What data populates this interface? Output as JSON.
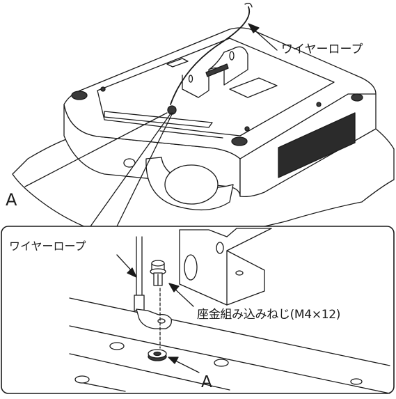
{
  "labels": {
    "wire_rope_top": "ワイヤーロープ",
    "a_top": "A",
    "wire_rope_inset": "ワイヤーロープ",
    "screw": "座金組み込みねじ(M4×12)",
    "a_inset": "A"
  },
  "colors": {
    "stroke": "#1a1a1a",
    "fill": "#ffffff",
    "shade": "#3a3a3a",
    "grille": "#2b2b2b"
  }
}
